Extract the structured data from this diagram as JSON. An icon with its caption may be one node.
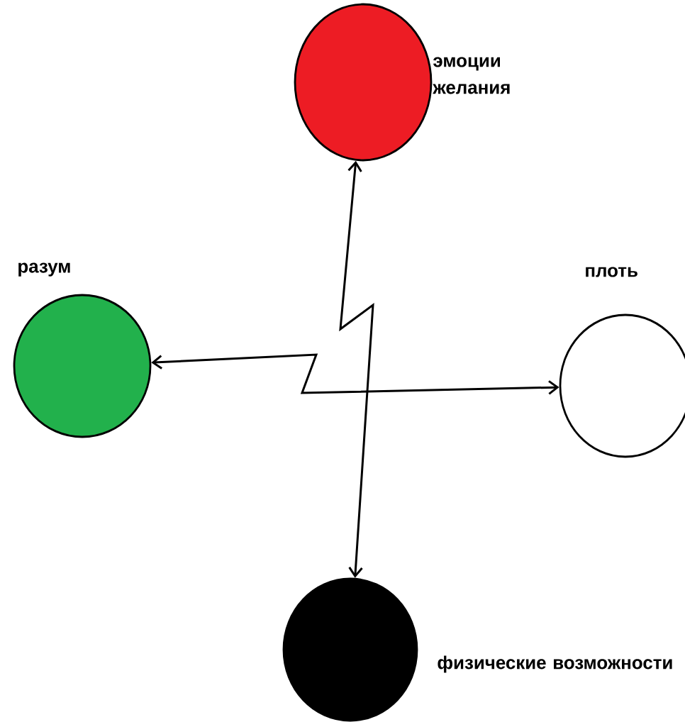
{
  "diagram": {
    "nodes": [
      {
        "text": [],
        "shape": "circle",
        "beside": [
          "эмоции желания"
        ]
      },
      {
        "text": [],
        "shape": "circle",
        "beside": [
          "разум"
        ]
      },
      {
        "text": [],
        "shape": "circle",
        "beside": [
          "плоть"
        ]
      },
      {
        "text": [],
        "shape": "circle",
        "beside": [
          "физические возможности"
        ]
      }
    ],
    "edges": [
      {
        "from": 1,
        "to": 2,
        "arrow": "both"
      },
      {
        "from": 0,
        "to": 3,
        "arrow": "both"
      }
    ]
  }
}
